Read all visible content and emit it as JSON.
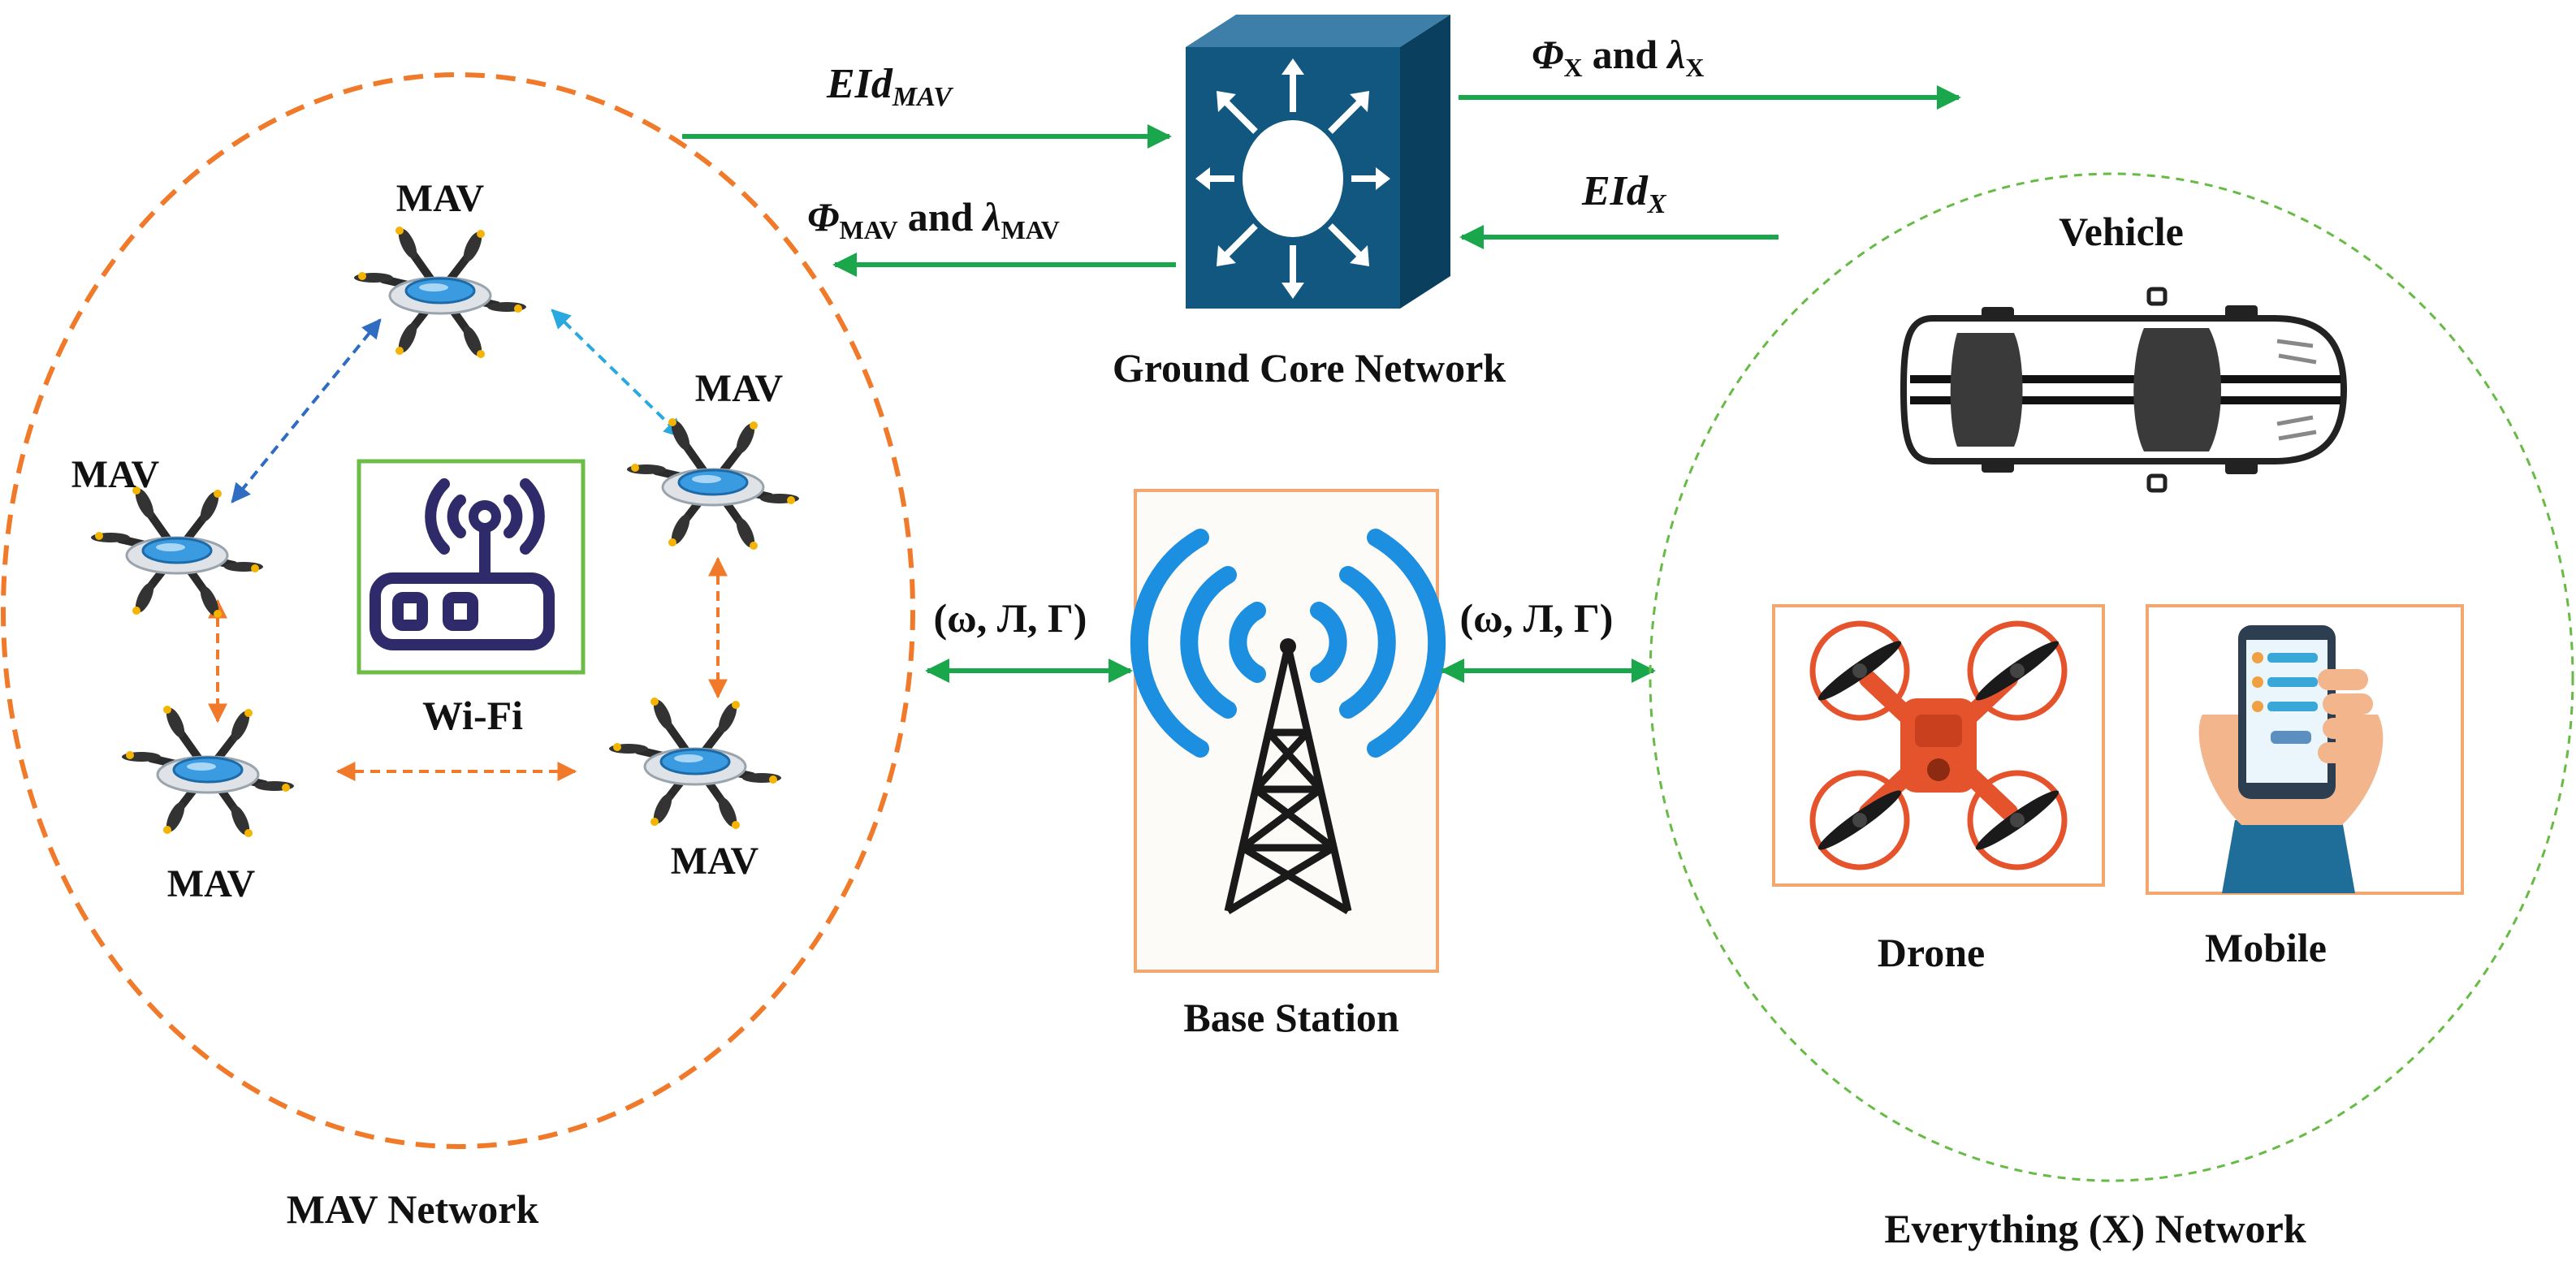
{
  "labels": {
    "mav": "MAV",
    "wifi": "Wi-Fi",
    "mav_network": "MAV Network",
    "ground_core": "Ground Core Network",
    "base_station": "Base Station",
    "vehicle": "Vehicle",
    "drone": "Drone",
    "mobile": "Mobile",
    "x_network": "Everything (X) Network"
  },
  "links": {
    "eid_mav_base": "EId",
    "eid_mav_sub": "MAV",
    "phi_mav": "Φ",
    "phi_mav_sub": "MAV",
    "and_text": "and",
    "lambda_mav": "λ",
    "lambda_mav_sub": "MAV",
    "phi_x": "Φ",
    "phi_x_sub": "X",
    "lambda_x": "λ",
    "lambda_x_sub": "X",
    "eid_x_base": "EId",
    "eid_x_sub": "X",
    "triple_left": "(ω, Л, Γ)",
    "triple_right": "(ω, Л, Γ)"
  },
  "colors": {
    "green_arrow": "#1aa64a",
    "orange": "#f07a2a",
    "blue_dash": "#2f6dc2",
    "light_blue_dash": "#2aa8e0",
    "core_blue": "#12577f",
    "signal_blue": "#1d8fe0",
    "x_circle": "#66bb44",
    "wifi_navy": "#2f2b6b",
    "wifi_box": "#6cbd45",
    "drone_red": "#e5532d"
  }
}
